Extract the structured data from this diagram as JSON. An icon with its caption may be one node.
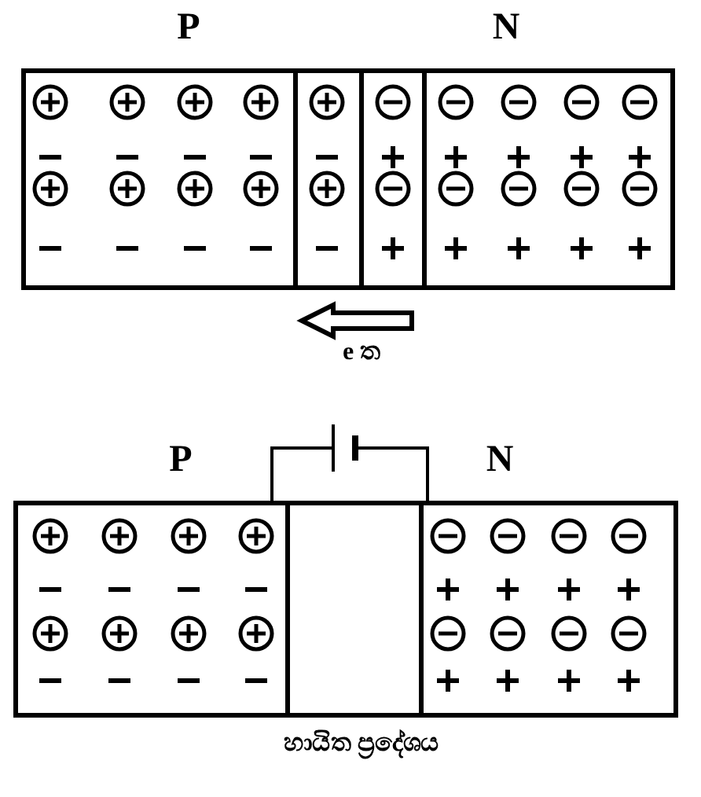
{
  "diagram": {
    "labels": [
      "P",
      "N",
      "e ත",
      "P",
      "N",
      "හායිත ප්‍රදේශය"
    ]
  }
}
